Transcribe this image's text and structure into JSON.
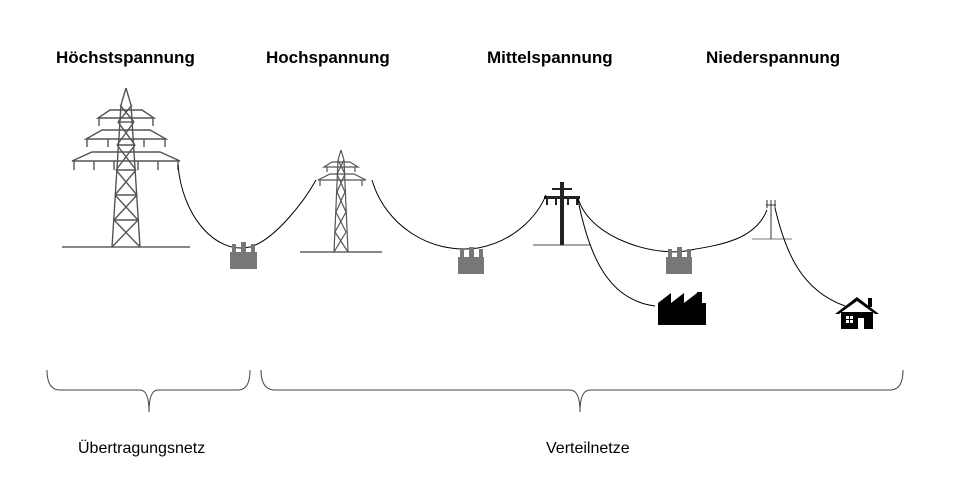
{
  "levels": [
    {
      "label": "Höchstspannung"
    },
    {
      "label": "Hochspannung"
    },
    {
      "label": "Mittelspannung"
    },
    {
      "label": "Niederspannung"
    }
  ],
  "groups": [
    {
      "label": "Übertragungsnetz"
    },
    {
      "label": "Verteilnetze"
    }
  ],
  "colors": {
    "tower": "#555555",
    "transformer": "#777777",
    "line": "#000000",
    "ground": "#888888",
    "consumer": "#000000"
  }
}
